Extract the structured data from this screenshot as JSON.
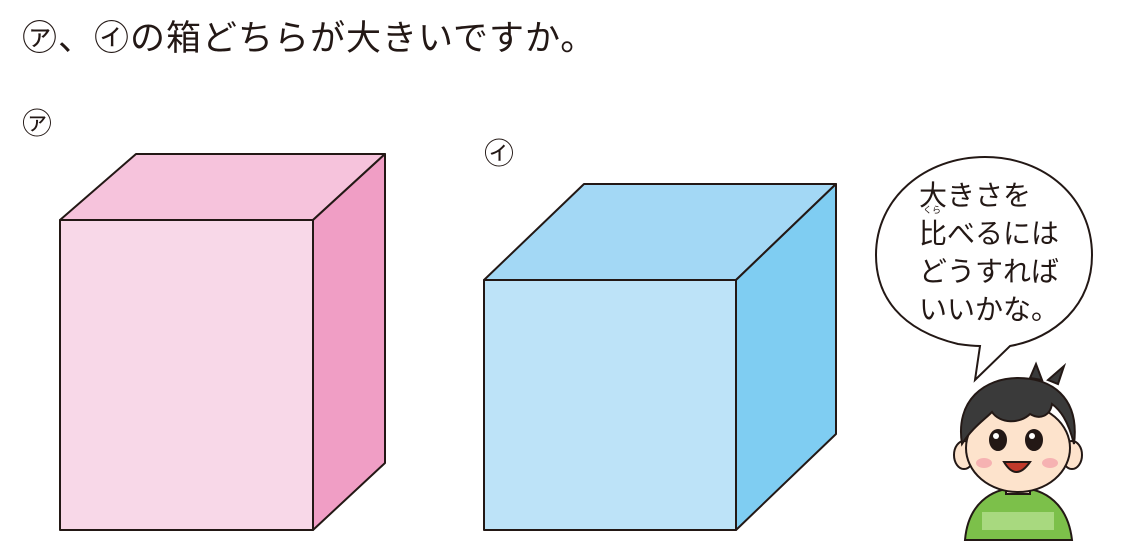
{
  "question": "㋐、㋑の箱どちらが大きいですか。",
  "boxes": {
    "a": {
      "label": "㋐",
      "front_color": "#f8d8e8",
      "top_color": "#f6c3dc",
      "side_color": "#f09ec5"
    },
    "i": {
      "label": "㋑",
      "front_color": "#bde3f8",
      "top_color": "#a3d8f5",
      "side_color": "#7fcdf2"
    }
  },
  "speech_bubble": {
    "line1": "大きさを",
    "line2_kanji": "比",
    "line2_ruby": "くら",
    "line2_rest": "べるには",
    "line3": "どうすれば",
    "line4": "いいかな。"
  },
  "character": "boy-icon",
  "colors": {
    "outline": "#231815",
    "shirt": "#7cc04a",
    "hair": "#3a3a3a",
    "skin": "#fde3cc"
  }
}
